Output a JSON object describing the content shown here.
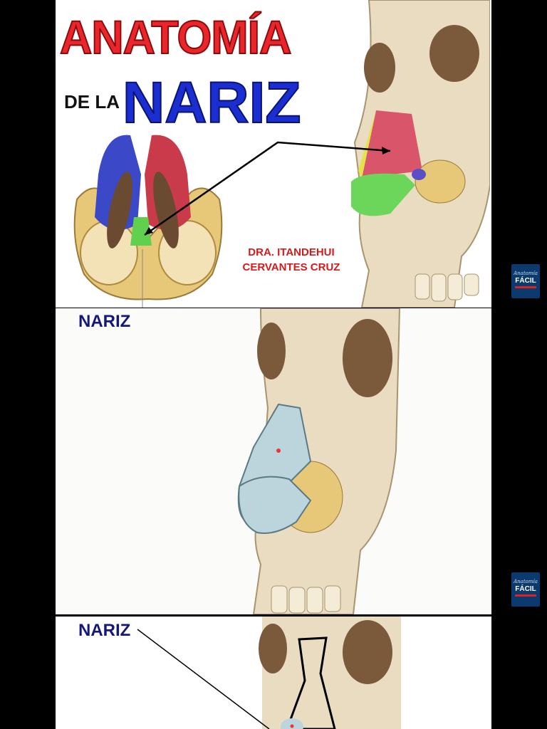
{
  "header": {
    "title_line1": "ANATOMÍA",
    "title_prefix": "DE LA",
    "title_line2": "NARIZ"
  },
  "author": {
    "line1": "DRA. ITANDEHUI",
    "line2": "CERVANTES CRUZ"
  },
  "slides": [
    {
      "label": "NARIZ"
    },
    {
      "label": "NARIZ"
    }
  ],
  "badge": {
    "script_text": "Anatomía",
    "main_text": "FÁCIL"
  },
  "colors": {
    "title_red": "#e8262b",
    "title_blue": "#1b2fd1",
    "label_navy": "#15187a",
    "author_red": "#d31b1b",
    "bone": "#e9dcc0",
    "cartilage_blue": "#bcd4dc",
    "badge_blue": "#0b3a6e"
  },
  "icons": [
    "nasal-cartilage-illustration",
    "skull-lateral-illustration",
    "anatomia-facil-logo"
  ]
}
